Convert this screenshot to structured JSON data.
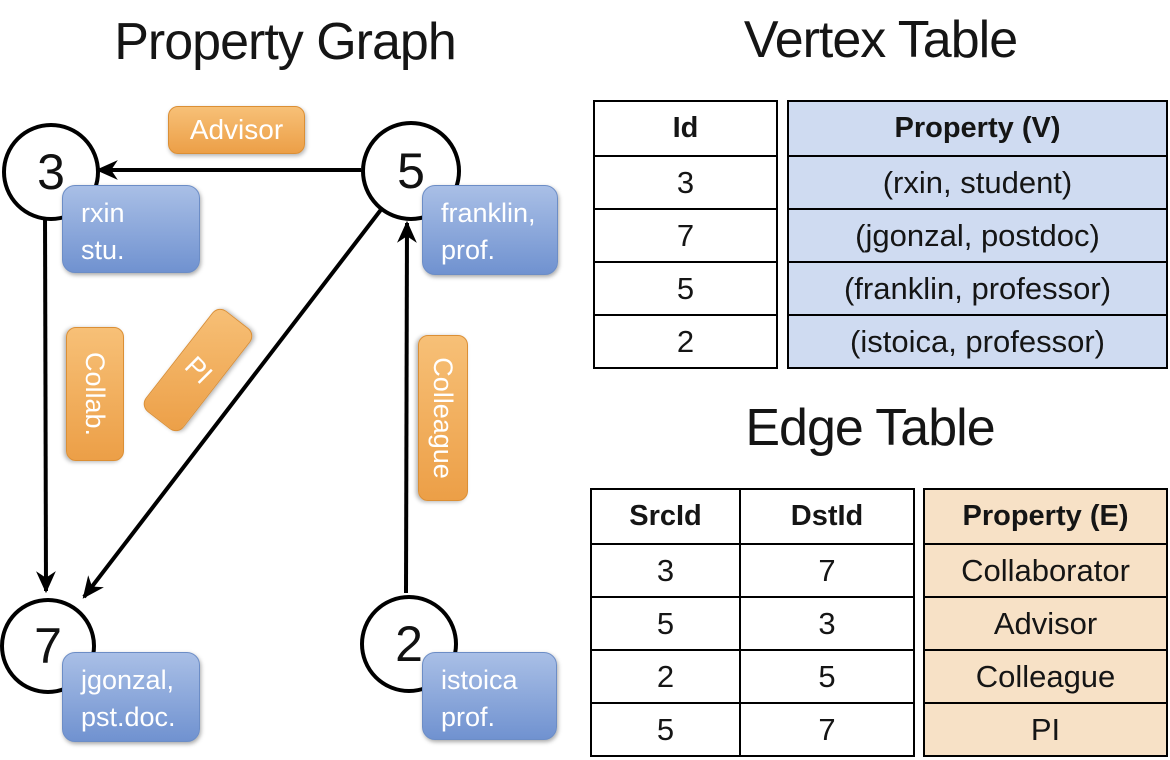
{
  "graph": {
    "title": "Property Graph",
    "vertices": [
      {
        "id": "3",
        "label_lines": [
          "rxin",
          "stu."
        ]
      },
      {
        "id": "5",
        "label_lines": [
          "franklin,",
          "prof."
        ]
      },
      {
        "id": "7",
        "label_lines": [
          "jgonzal,",
          "pst.doc."
        ]
      },
      {
        "id": "2",
        "label_lines": [
          "istoica",
          "prof."
        ]
      }
    ],
    "edge_labels": {
      "advisor": "Advisor",
      "collab": "Collab.",
      "pi": "PI",
      "colleague": "Colleague"
    }
  },
  "vertex_table": {
    "title": "Vertex Table",
    "col_id": "Id",
    "col_property": "Property (V)",
    "rows": [
      {
        "id": "3",
        "property": "(rxin, student)"
      },
      {
        "id": "7",
        "property": "(jgonzal, postdoc)"
      },
      {
        "id": "5",
        "property": "(franklin, professor)"
      },
      {
        "id": "2",
        "property": "(istoica, professor)"
      }
    ]
  },
  "edge_table": {
    "title": "Edge Table",
    "col_src": "SrcId",
    "col_dst": "DstId",
    "col_property": "Property (E)",
    "rows": [
      {
        "src": "3",
        "dst": "7",
        "property": "Collaborator"
      },
      {
        "src": "5",
        "dst": "3",
        "property": "Advisor"
      },
      {
        "src": "2",
        "dst": "5",
        "property": "Colleague"
      },
      {
        "src": "5",
        "dst": "7",
        "property": "PI"
      }
    ]
  },
  "colors": {
    "edge_label_orange_top": "#f7c077",
    "edge_label_orange_bottom": "#ec9f47",
    "vertex_label_blue_top": "#a9bfe6",
    "vertex_label_blue_bottom": "#7092d0",
    "vertex_table_property_bg": "#cfdbf1",
    "edge_table_property_bg": "#f7e1c6",
    "line_color": "#000000"
  }
}
